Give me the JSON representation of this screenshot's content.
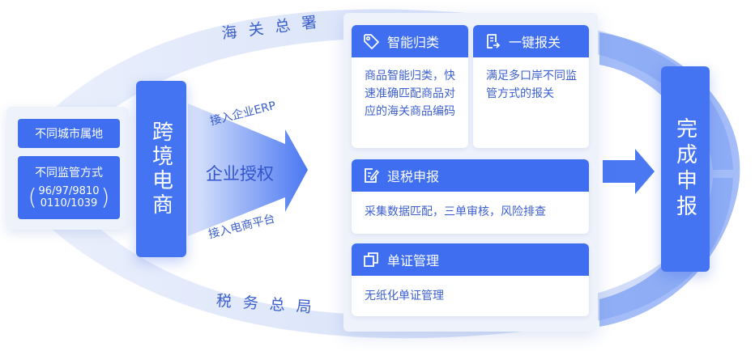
{
  "left": {
    "tag_city": "不同城市属地",
    "tag_mode": "不同监管方式",
    "codes_line1": "96/97/9810",
    "codes_line2": "0110/1039",
    "paren_open": "(",
    "paren_close": ")"
  },
  "ecommerce": "跨境电商",
  "labels": {
    "erp": "接入企业ERP",
    "auth": "企业授权",
    "platform": "接入电商平台",
    "customs": "海关总署",
    "tax": "税务总局"
  },
  "cards": {
    "classify": {
      "title": "智能归类",
      "body": "商品智能归类，快速准确匹配商品对应的海关商品编码"
    },
    "one_click": {
      "title": "一键报关",
      "body": "满足多口岸不同监管方式的报关"
    },
    "refund": {
      "title": "退税申报",
      "body": "采集数据匹配，三单审核，风险排查"
    },
    "docs": {
      "title": "单证管理",
      "body": "无纸化单证管理"
    }
  },
  "done": "完成申报",
  "colors": {
    "primary": "#3f6ff0",
    "light": "#eef2fb",
    "text": "#3c5fd0"
  }
}
